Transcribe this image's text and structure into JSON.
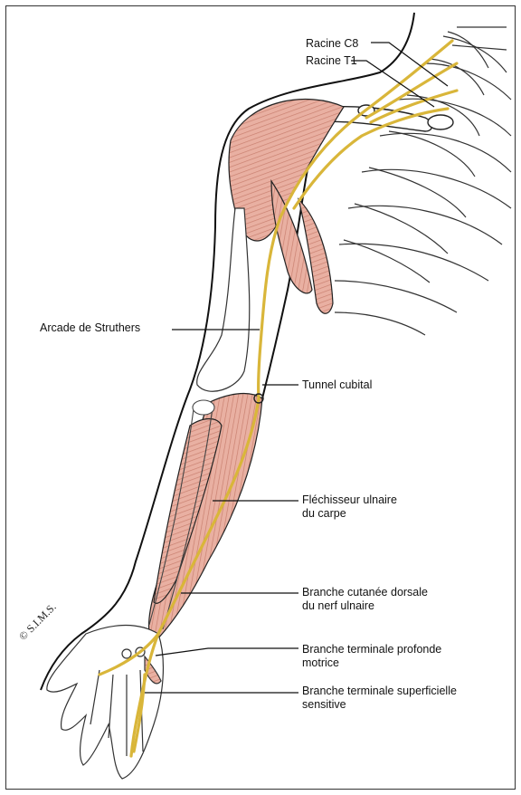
{
  "figure": {
    "labels": {
      "racine_c8": "Racine C8",
      "racine_t1": "Racine T1",
      "arcade_struthers": "Arcade de Struthers",
      "tunnel_cubital": "Tunnel cubital",
      "flechisseur_l1": "Fléchisseur ulnaire",
      "flechisseur_l2": "du carpe",
      "branche_cutanee_l1": "Branche cutanée dorsale",
      "branche_cutanee_l2": "du nerf ulnaire",
      "branche_profonde_l1": "Branche terminale profonde",
      "branche_profonde_l2": "motrice",
      "branche_superficielle_l1": "Branche terminale superficielle",
      "branche_superficielle_l2": "sensitive"
    },
    "copyright": "© S.I.M.S.",
    "colors": {
      "nerve": "#e2c24a",
      "muscle": "#e7a99a",
      "muscle_stripe": "#c97b6c",
      "outline": "#222222",
      "bone_fill": "#ffffff"
    }
  }
}
